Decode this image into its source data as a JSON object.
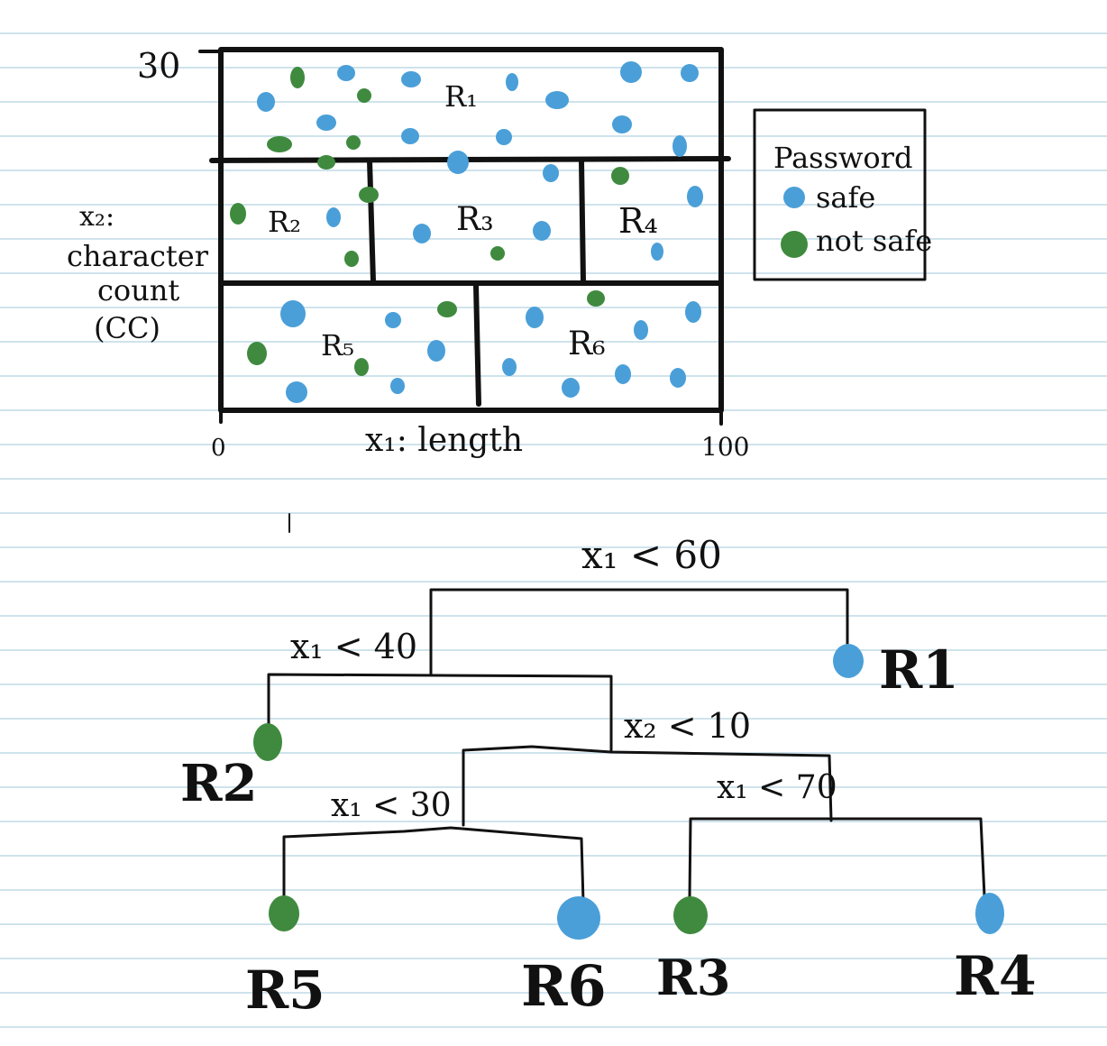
{
  "colors": {
    "safe": "#4a9fd8",
    "not_safe": "#3f8a3f",
    "ink": "#111111",
    "ruled_line": "#cfe3ec"
  },
  "region_plot": {
    "y_axis_label_lines": [
      "x₂:",
      "character",
      "count",
      "(CC)"
    ],
    "x_axis_label": "x₁: length",
    "y_max_tick": "30",
    "x_min_tick": "0",
    "x_max_tick": "100",
    "regions": [
      "R₁",
      "R₂",
      "R₃",
      "R₄",
      "R₅",
      "R₆"
    ],
    "x_range": [
      0,
      100
    ],
    "y_range": [
      0,
      30
    ]
  },
  "legend": {
    "title": "Password",
    "items": [
      {
        "label": "safe",
        "color": "#4a9fd8"
      },
      {
        "label": "not safe",
        "color": "#3f8a3f"
      }
    ]
  },
  "tree": {
    "root_split": "x₁ < 60",
    "left_split": "x₁ < 40",
    "inner_split": "x₂ < 10",
    "left_sub_split": "x₁ < 30",
    "right_sub_split": "x₁ < 70",
    "leaves": {
      "r1": {
        "label": "R1",
        "class": "safe"
      },
      "r2": {
        "label": "R2",
        "class": "not safe"
      },
      "r5": {
        "label": "R5",
        "class": "not safe"
      },
      "r6": {
        "label": "R6",
        "class": "safe"
      },
      "r3": {
        "label": "R3",
        "class": "not safe"
      },
      "r4": {
        "label": "R4",
        "class": "safe"
      }
    }
  }
}
